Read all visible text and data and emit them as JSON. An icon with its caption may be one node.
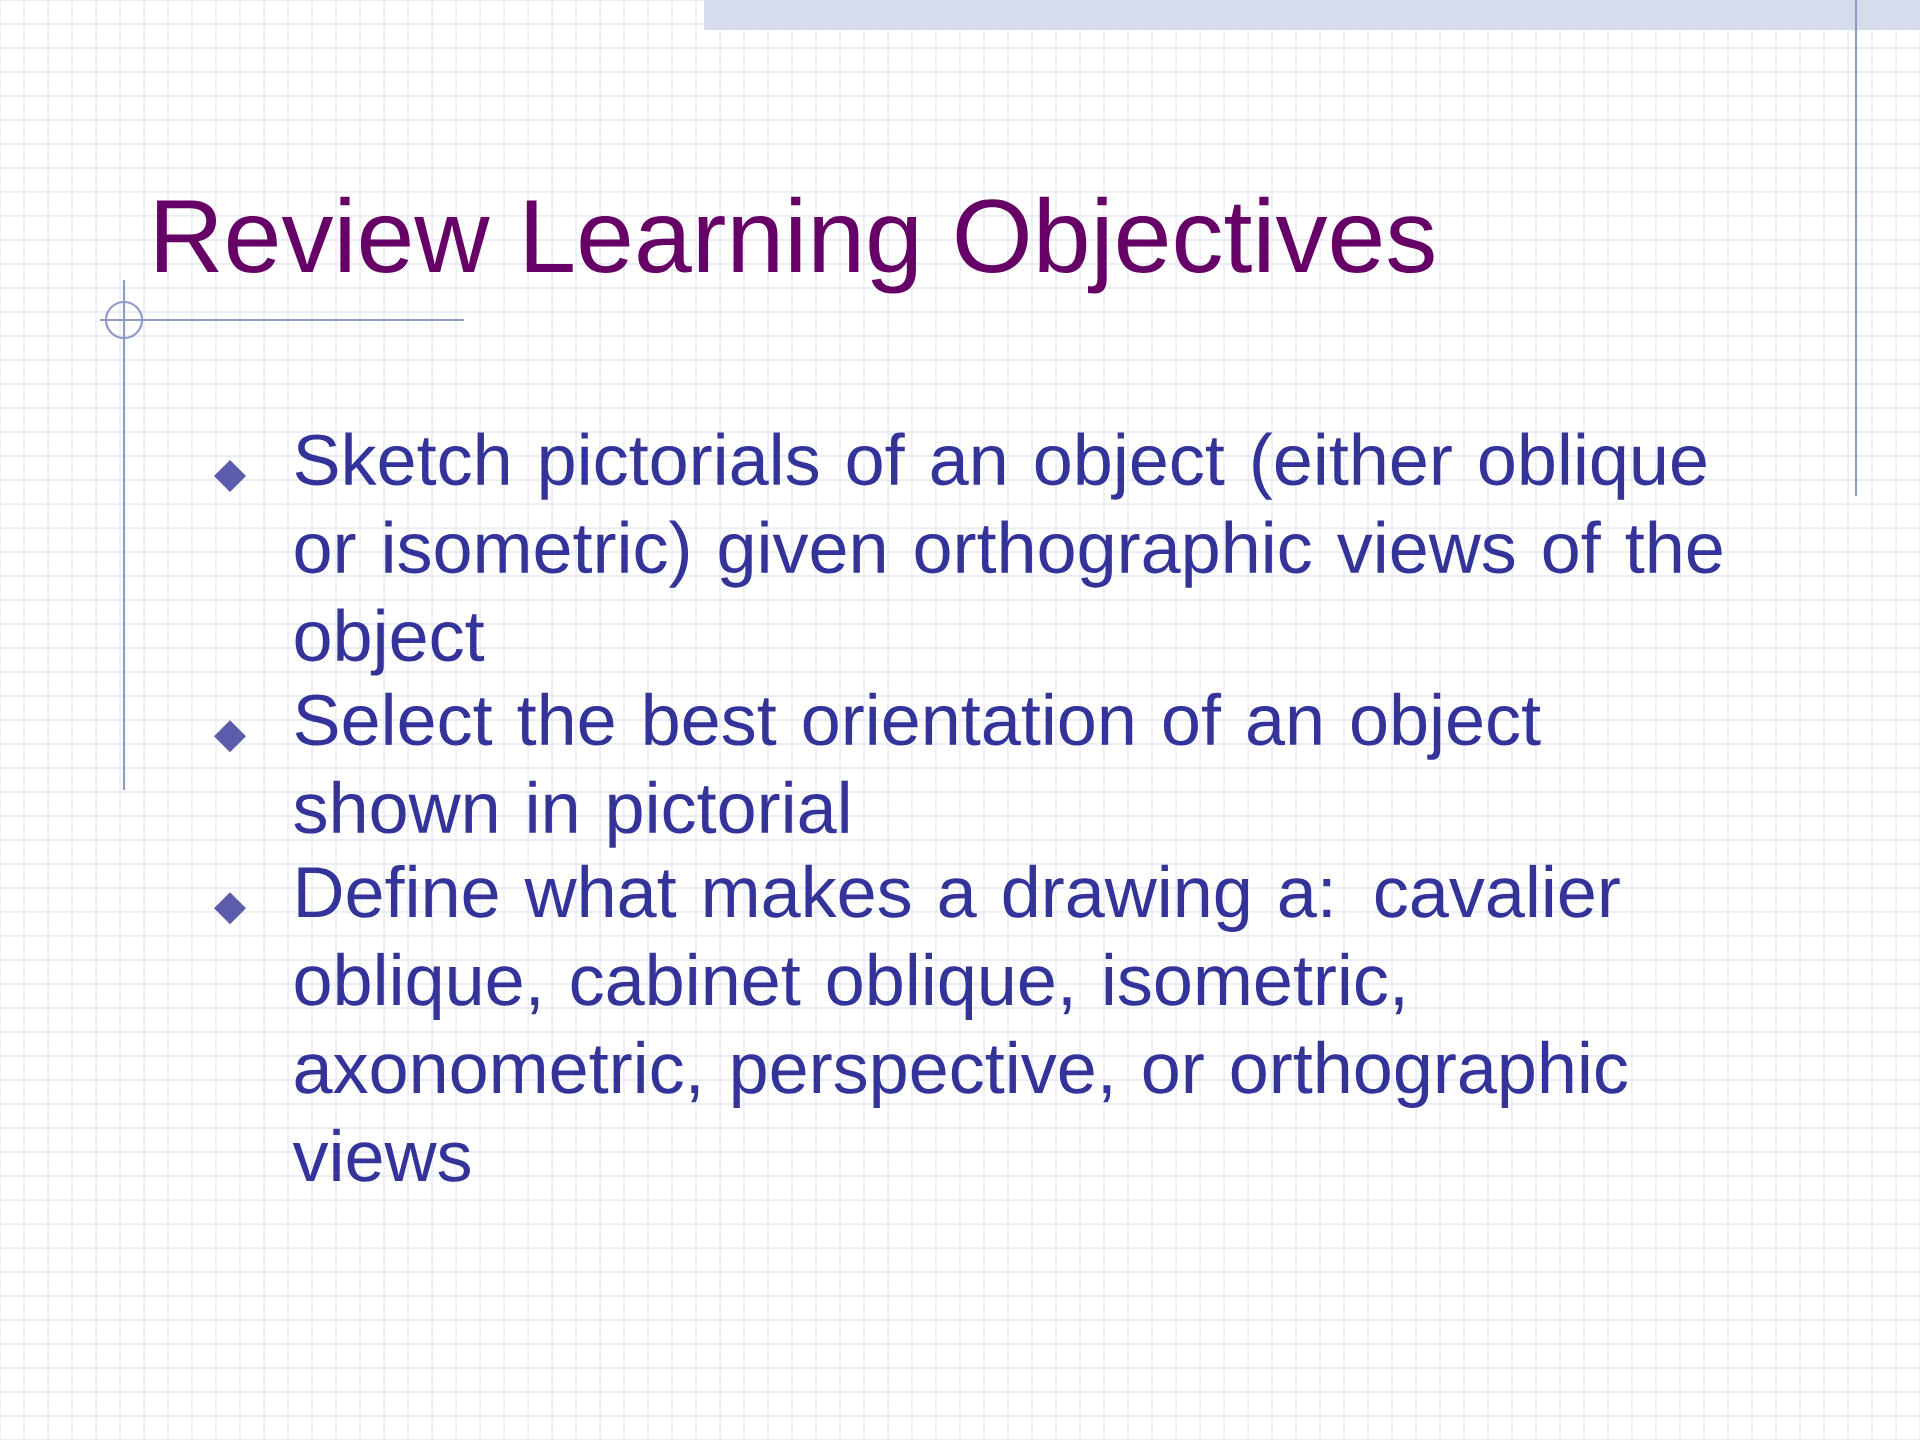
{
  "diagram": {
    "title": "Review Learning Objectives",
    "labels": [
      "Sketch pictorials of an object (either oblique or isometric) given orthographic views of the object",
      "Select the best orientation of an object shown in pictorial",
      "Define what makes a drawing a:  cavalier oblique, cabinet oblique, isometric, axonometric, perspective, or orthographic views"
    ]
  }
}
